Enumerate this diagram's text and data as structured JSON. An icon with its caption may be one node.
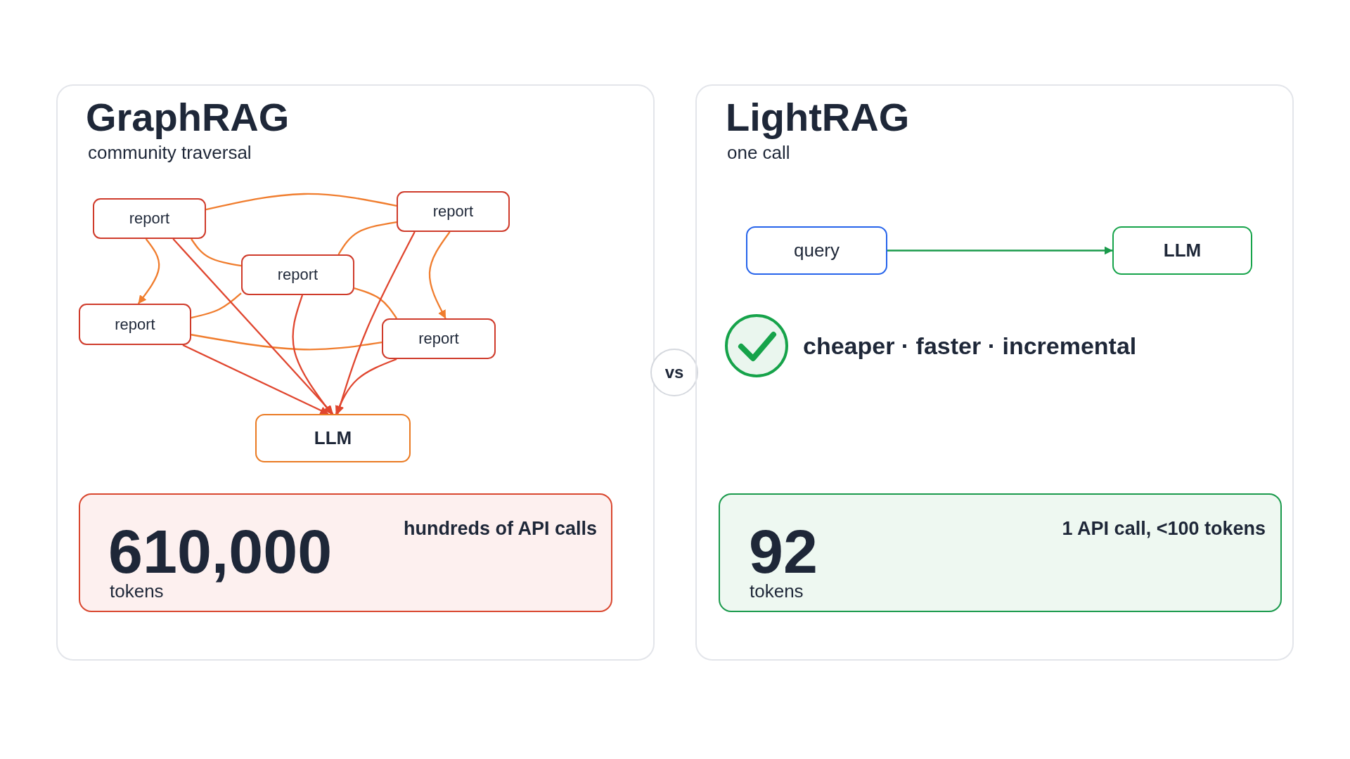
{
  "diagram": {
    "nodes": [
      {
        "text": [
          "GraphRAG",
          "community traversal"
        ]
      },
      {
        "text": [
          "report"
        ],
        "in": 0
      },
      {
        "text": [
          "report"
        ],
        "in": 0
      },
      {
        "text": [
          "report"
        ],
        "in": 0
      },
      {
        "text": [
          "report"
        ],
        "in": 0
      },
      {
        "text": [
          "report"
        ],
        "in": 0
      },
      {
        "text": [
          "LLM"
        ],
        "in": 0
      },
      {
        "text": [
          "610,000",
          "tokens",
          "hundreds of API calls"
        ],
        "in": 0
      },
      {
        "text": [
          "vs"
        ]
      },
      {
        "text": [
          "LightRAG",
          "one call",
          "cheaper · faster · incremental"
        ]
      },
      {
        "text": [
          "query"
        ],
        "in": 9
      },
      {
        "text": [
          "LLM"
        ],
        "in": 9
      },
      {
        "text": [
          "92",
          "tokens",
          "1 API call, <100 tokens"
        ],
        "in": 9
      }
    ],
    "edges": [
      {
        "from": 1,
        "to": 2,
        "arrow": "none"
      },
      {
        "from": 1,
        "to": 4,
        "arrow": "to"
      },
      {
        "from": 1,
        "to": 3,
        "arrow": "none"
      },
      {
        "from": 2,
        "to": 3,
        "arrow": "none"
      },
      {
        "from": 2,
        "to": 5,
        "arrow": "to"
      },
      {
        "from": 4,
        "to": 3,
        "arrow": "none"
      },
      {
        "from": 4,
        "to": 5,
        "arrow": "none"
      },
      {
        "from": 3,
        "to": 5,
        "arrow": "none"
      },
      {
        "from": 1,
        "to": 6,
        "arrow": "to",
        "color": "#e0462f"
      },
      {
        "from": 3,
        "to": 6,
        "arrow": "to",
        "color": "#e0462f"
      },
      {
        "from": 2,
        "to": 6,
        "arrow": "to",
        "color": "#e0462f"
      },
      {
        "from": 4,
        "to": 6,
        "arrow": "to",
        "color": "#e0462f"
      },
      {
        "from": 5,
        "to": 6,
        "arrow": "to",
        "color": "#e0462f"
      },
      {
        "from": 10,
        "to": 11,
        "arrow": "to",
        "color": "#1a9a4b"
      }
    ]
  }
}
